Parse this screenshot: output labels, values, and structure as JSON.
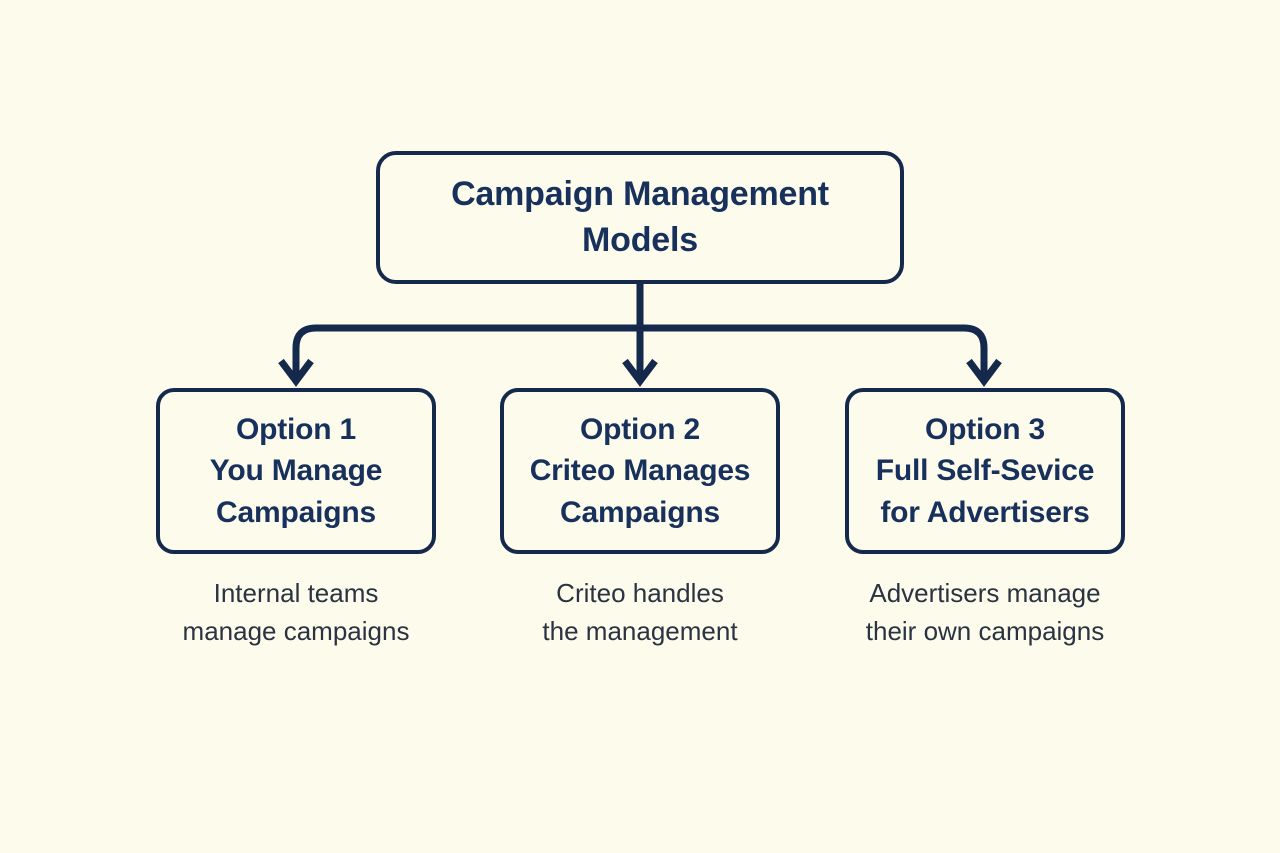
{
  "page": {
    "background_color": "#FDFBEC",
    "stroke_color": "#14294C",
    "node_text_color": "#17315C",
    "caption_text_color": "#2A3341"
  },
  "diagram": {
    "type": "hierarchy-flowchart",
    "root": {
      "label": "Campaign Management\nModels"
    },
    "options": [
      {
        "label": "Option 1\nYou Manage\nCampaigns",
        "caption": "Internal teams\nmanage campaigns"
      },
      {
        "label": "Option 2\nCriteo Manages\nCampaigns",
        "caption": "Criteo handles\nthe management"
      },
      {
        "label": "Option 3\nFull Self-Sevice\nfor Advertisers",
        "caption": "Advertisers manage\ntheir own campaigns"
      }
    ],
    "connectors": {
      "stem_label": "root-stem",
      "bus_label": "horizontal-bus",
      "arrow_count": 3
    }
  }
}
